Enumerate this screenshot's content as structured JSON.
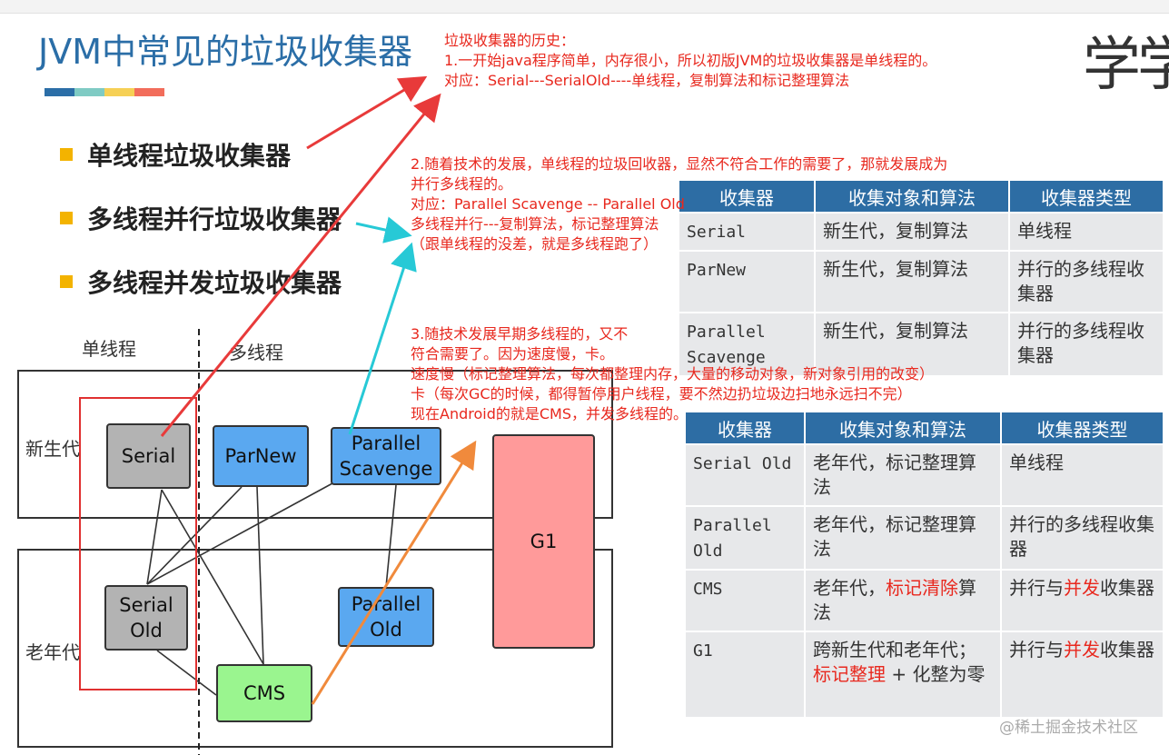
{
  "title": "JVM中常见的垃圾收集器",
  "stripe_colors": [
    "#2b6ea7",
    "#7fcbc4",
    "#f6d055",
    "#f26d5b"
  ],
  "bullets": [
    "单线程垃圾收集器",
    "多线程并行垃圾收集器",
    "多线程并发垃圾收集器"
  ],
  "notes": {
    "n1": [
      "垃圾收集器的历史：",
      "1.一开始java程序简单，内存很小，所以初版JVM的垃圾收集器是单线程的。",
      "对应：Serial---SerialOld----单线程，复制算法和标记整理算法"
    ],
    "n2": [
      "2.随着技术的发展，单线程的垃圾回收器，显然不符合工作的需要了，那就发展成为",
      "并行多线程的。",
      "对应：Parallel Scavenge -- Parallel Old",
      "多线程并行---复制算法，标记整理算法",
      "（跟单线程的没差，就是多线程跑了）"
    ],
    "n3": [
      "3.随技术发展早期多线程的，又不",
      "符合需要了。因为速度慢，卡。",
      "速度慢（标记整理算法，每次都整理内存，大量的移动对象，新对象引用的改变）",
      "卡（每次GC的时候，都得暂停用户线程，要不然边扔垃圾边扫地永远扫不完）",
      "现在Android的就是CMS，并发多线程的。"
    ]
  },
  "diagram": {
    "single_thread_label": "单线程",
    "multi_thread_label": "多线程",
    "young_gen_label": "新生代",
    "old_gen_label": "老年代",
    "nodes": {
      "serial": "Serial",
      "parnew": "ParNew",
      "parallel_scavenge": "Parallel\nScavenge",
      "serial_old": "Serial\nOld",
      "parallel_old": "Parallel\nOld",
      "cms": "CMS",
      "g1": "G1"
    }
  },
  "table_young": {
    "headers": [
      "收集器",
      "收集对象和算法",
      "收集器类型"
    ],
    "rows": [
      [
        "Serial",
        "新生代，复制算法",
        "单线程"
      ],
      [
        "ParNew",
        "新生代，复制算法",
        "并行的多线程收集器"
      ],
      [
        "Parallel Scavenge",
        "新生代，复制算法",
        "并行的多线程收集器"
      ]
    ]
  },
  "table_old": {
    "headers": [
      "收集器",
      "收集对象和算法",
      "收集器类型"
    ],
    "rows": [
      {
        "name": "Serial Old",
        "algo_plain": "老年代，标记整理算法",
        "algo_pre": "",
        "algo_hl": "",
        "algo_post": "",
        "type_pre": "单线程",
        "type_hl": "",
        "type_post": ""
      },
      {
        "name": "Parallel Old",
        "algo_plain": "老年代，标记整理算法",
        "algo_pre": "",
        "algo_hl": "",
        "algo_post": "",
        "type_pre": "并行的多线程收集器",
        "type_hl": "",
        "type_post": ""
      },
      {
        "name": "CMS",
        "algo_plain": "",
        "algo_pre": "老年代，",
        "algo_hl": "标记清除",
        "algo_post": "算法",
        "type_pre": "并行与",
        "type_hl": "并发",
        "type_post": "收集器"
      },
      {
        "name": "G1",
        "algo_plain": "",
        "algo_pre": "跨新生代和老年代；",
        "algo_hl": "标记整理",
        "algo_post": " + 化整为零",
        "type_pre": "并行与",
        "type_hl": "并发",
        "type_post": "收集器"
      }
    ]
  },
  "logo_text": "学学",
  "watermark": "@稀土掘金技术社区",
  "colors": {
    "title_blue": "#2b6ea7",
    "note_red": "#e8281e",
    "arrow_red": "#e83a3a",
    "arrow_cyan": "#27c9d6",
    "arrow_orange": "#f08a3c",
    "header_blue": "#2d6da4"
  }
}
